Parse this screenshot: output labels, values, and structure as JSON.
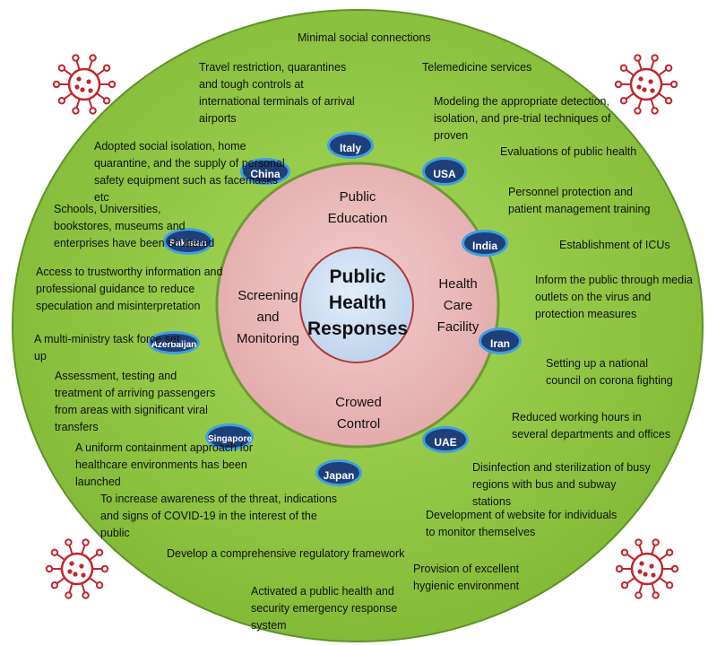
{
  "center_title": "Public Health Responses",
  "sectors": {
    "top": "Public Education",
    "left": "Screening and Monitoring",
    "right": "Health Care Facility",
    "bottom": "Crowed Control"
  },
  "countries": [
    "Italy",
    "China",
    "USA",
    "Pakistan",
    "India",
    "Azerbaijan",
    "Iran",
    "Singapore",
    "UAE",
    "Japan"
  ],
  "measures": [
    "Minimal social connections",
    "Telemedicine services",
    "Travel restriction, quarantines and tough controls at international terminals of arrival airports",
    "Modeling the appropriate detection, isolation, and pre-trial techniques of proven",
    "Adopted social isolation, home  quarantine, and the supply of personal safety equipment such as facemasks etc",
    "Evaluations of public health",
    "Personnel protection and patient management training",
    "Schools, Universities, bookstores, museums and enterprises have been shuttered",
    "Establishment of ICUs",
    "Access to trustworthy information and professional guidance to reduce speculation and misinterpretation",
    "Inform the public through media outlets on the virus and protection measures",
    "A multi-ministry task force set up",
    "Assessment, testing and treatment of arriving passengers from areas with significant viral transfers",
    "Setting up a national council on corona fighting",
    "Reduced working hours in several departments and offices",
    "A uniform containment approach for healthcare environments has been launched",
    "Disinfection and sterilization of busy regions with bus and subway stations",
    "To increase awareness of the threat, indications and signs of COVID-19 in the interest of the public",
    "Development of  website for individuals to monitor themselves",
    "Develop a comprehensive regulatory framework",
    "Provision of  excellent hygienic environment",
    "Activated a public health and security emergency response system"
  ],
  "colors": {
    "outer_ring": "#8fc83d",
    "outer_ring_border": "#5a8a22",
    "middle_ring": "#e9b9b9",
    "middle_ring_border": "#6e9a34",
    "inner_circle": "#cfe0f0",
    "country_badge": "#1f3f7a",
    "country_badge_border": "#3fa0e0",
    "virus": "#c0272d"
  }
}
